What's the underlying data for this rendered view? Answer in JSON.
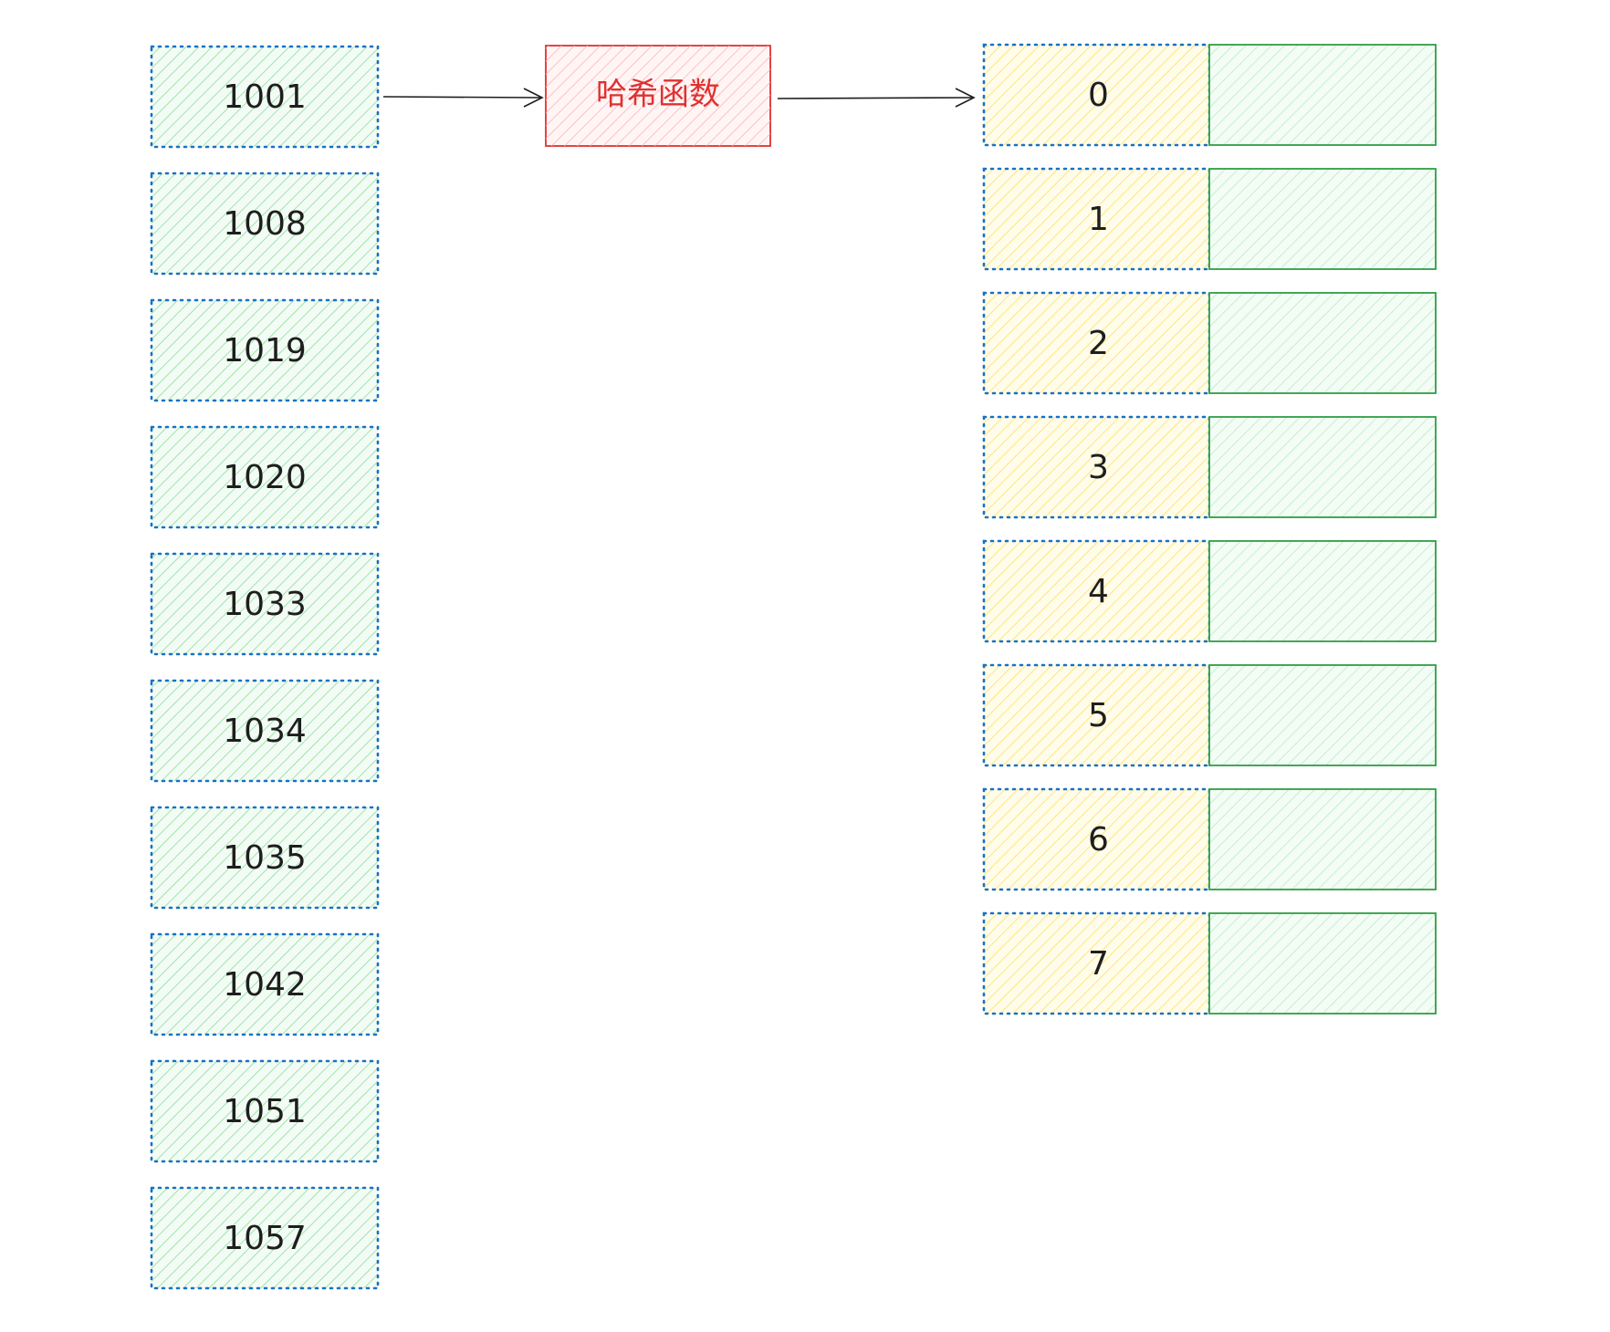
{
  "keys": [
    "1001",
    "1008",
    "1019",
    "1020",
    "1033",
    "1034",
    "1035",
    "1042",
    "1051",
    "1057"
  ],
  "hash_function": {
    "label": "哈希函数"
  },
  "buckets": [
    "0",
    "1",
    "2",
    "3",
    "4",
    "5",
    "6",
    "7"
  ],
  "colors": {
    "key_fill": "#b2f2bb",
    "key_border": "#1971c2",
    "hash_fill": "#ffc9c9",
    "hash_border": "#e03131",
    "hash_text": "#e03131",
    "bucket_index_fill": "#ffec99",
    "bucket_index_border": "#1971c2",
    "bucket_slot_fill": "#b2f2bb",
    "bucket_slot_border": "#2f9e44",
    "arrow": "#1e1e1e",
    "text": "#1e1e1e"
  }
}
